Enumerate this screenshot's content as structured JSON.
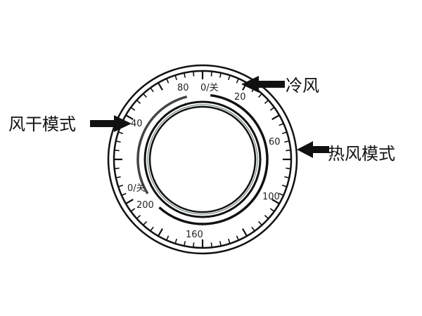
{
  "dial": {
    "scale_labels": {
      "top_off": "0/关",
      "left_off": "0/关",
      "l80": "80",
      "l20": "20",
      "l40": "40",
      "l60": "60",
      "l100": "100",
      "l160": "160",
      "l200": "200"
    }
  },
  "callouts": {
    "cold_air": "冷风",
    "air_dry_mode": "风干模式",
    "hot_air_mode": "热风模式"
  },
  "colors": {
    "line": "#111111",
    "gray_arc": "#444444"
  }
}
